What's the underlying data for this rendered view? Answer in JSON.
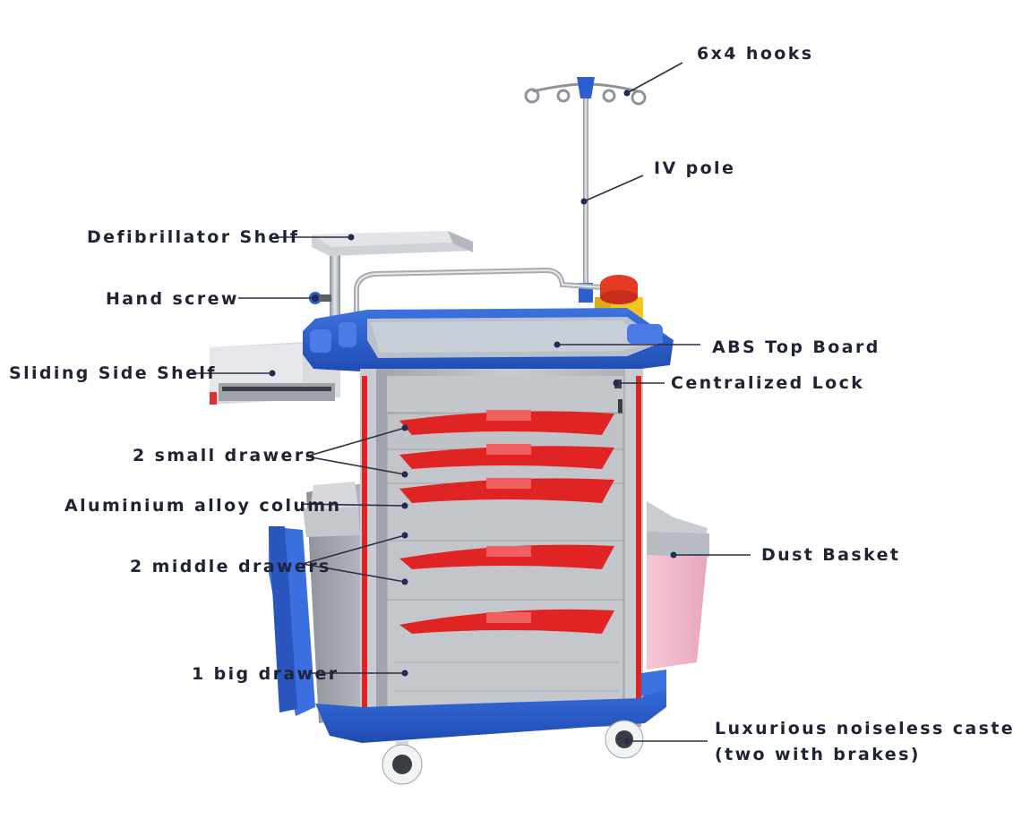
{
  "labels": {
    "hooks": "6x4 hooks",
    "iv_pole": "IV pole",
    "defib_shelf": "Defibrillator Shelf",
    "hand_screw": "Hand screw",
    "sliding_shelf": "Sliding Side Shelf",
    "abs_top": "ABS Top Board",
    "lock": "Centralized Lock",
    "small_drawers": "2 small drawers",
    "column": "Aluminium alloy column",
    "dust_basket": "Dust Basket",
    "middle_drawers": "2 middle drawers",
    "big_drawer": "1 big drawer",
    "casters_line1": "Luxurious noiseless casters",
    "casters_line2": "(two with brakes)"
  },
  "colors": {
    "body_grey": "#b9bcc2",
    "frame_blue": "#2d5fd0",
    "handle_red": "#e02424",
    "leader": "#2b2f45",
    "basket_pink": "#f2b8cc",
    "button_red": "#e53b25",
    "button_yellow": "#f3c51d"
  }
}
